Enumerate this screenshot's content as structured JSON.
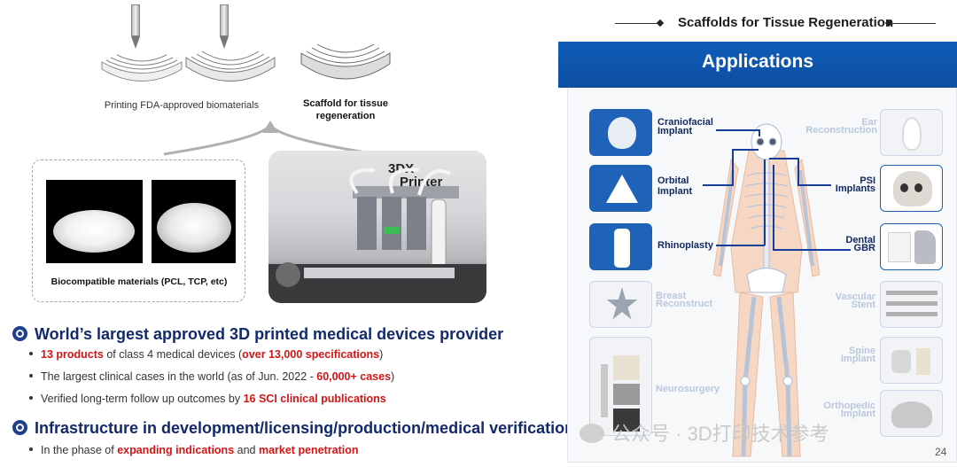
{
  "process": {
    "caption_printing": "Printing FDA-approved biomaterials",
    "caption_scaffold_line1": "Scaffold for tissue",
    "caption_scaffold_line2": "regeneration",
    "caption_materials": "Biocompatible materials (PCL, TCP, etc)",
    "printer_brand_line1": "3DX",
    "printer_brand_line2": "Printer"
  },
  "bullets": [
    {
      "heading": "World’s largest approved 3D printed medical devices provider",
      "items": [
        {
          "parts": [
            {
              "t": "13 products",
              "red": true
            },
            {
              "t": " of class 4 medical devices (",
              "red": false
            },
            {
              "t": "over 13,000 specifications",
              "red": true
            },
            {
              "t": ")",
              "red": false
            }
          ]
        },
        {
          "parts": [
            {
              "t": "The largest clinical cases in the world (as of Jun. 2022 - ",
              "red": false
            },
            {
              "t": "60,000+ cases",
              "red": true
            },
            {
              "t": ")",
              "red": false
            }
          ]
        },
        {
          "parts": [
            {
              "t": "Verified long-term follow up outcomes by ",
              "red": false
            },
            {
              "t": "16 SCI clinical publications",
              "red": true
            }
          ]
        }
      ]
    },
    {
      "heading": "Infrastructure in development/licensing/production/medical verification",
      "items": [
        {
          "parts": [
            {
              "t": "In the phase of ",
              "red": false
            },
            {
              "t": "expanding indications",
              "red": true
            },
            {
              "t": " and ",
              "red": false
            },
            {
              "t": "market penetration",
              "red": true
            }
          ]
        }
      ]
    }
  ],
  "right": {
    "header_title": "Scaffolds for Tissue Regeneration",
    "banner_title": "Applications",
    "labels": {
      "craniofacial_1": "Craniofacial",
      "craniofacial_2": "Implant",
      "orbital_1": "Orbital",
      "orbital_2": "Implant",
      "rhinoplasty": "Rhinoplasty",
      "breast_1": "Breast",
      "breast_2": "Reconstruct",
      "neurosurgery": "Neurosurgery",
      "ear_1": "Ear",
      "ear_2": "Reconstruction",
      "psi_1": "PSI",
      "psi_2": "Implants",
      "dental_1": "Dental",
      "dental_2": "GBR",
      "vascular_1": "Vascular",
      "vascular_2": "Stent",
      "spine_1": "Spine",
      "spine_2": "Implant",
      "ortho_1": "Orthopedic",
      "ortho_2": "Implant"
    },
    "page_number": "24"
  },
  "watermark": "公众号 · 3D打印技术参考",
  "colors": {
    "navy": "#122a6b",
    "red": "#d41414",
    "banner_blue": "#0f5cb7",
    "tile_blue": "#1f63b8"
  }
}
